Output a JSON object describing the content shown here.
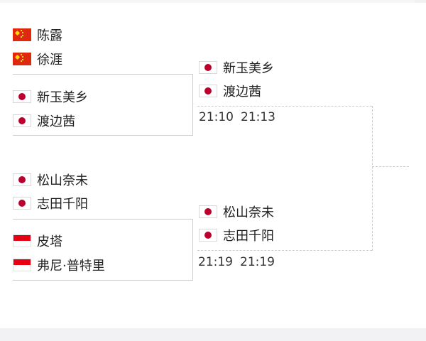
{
  "round1": [
    {
      "players": [
        {
          "flag": "china-flag-icon",
          "name": "陈露"
        },
        {
          "flag": "china-flag-icon",
          "name": "徐涯"
        }
      ]
    },
    {
      "players": [
        {
          "flag": "japan-flag-icon",
          "name": "新玉美乡"
        },
        {
          "flag": "japan-flag-icon",
          "name": "渡边茜"
        }
      ]
    },
    {
      "players": [
        {
          "flag": "japan-flag-icon",
          "name": "松山奈未"
        },
        {
          "flag": "japan-flag-icon",
          "name": "志田千阳"
        }
      ]
    },
    {
      "players": [
        {
          "flag": "indonesia-flag-icon",
          "name": "皮塔"
        },
        {
          "flag": "indonesia-flag-icon",
          "name": "弗尼·普特里"
        }
      ]
    }
  ],
  "round2": [
    {
      "players": [
        {
          "flag": "japan-flag-icon",
          "name": "新玉美乡"
        },
        {
          "flag": "japan-flag-icon",
          "name": "渡边茜"
        }
      ],
      "scores": [
        "21:10",
        "21:13"
      ]
    },
    {
      "players": [
        {
          "flag": "japan-flag-icon",
          "name": "松山奈未"
        },
        {
          "flag": "japan-flag-icon",
          "name": "志田千阳"
        }
      ],
      "scores": [
        "21:19",
        "21:19"
      ]
    }
  ],
  "colors": {
    "china_red": "#de2910",
    "japan_red": "#bc002d",
    "indonesia_red": "#e70011",
    "line_gray": "#cccccc"
  }
}
